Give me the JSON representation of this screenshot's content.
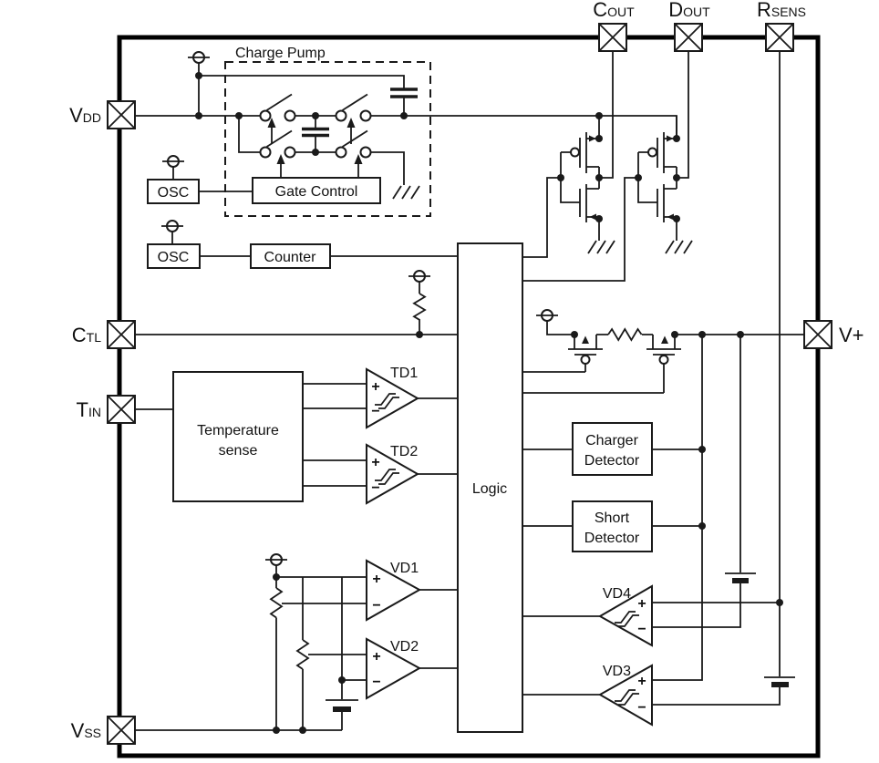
{
  "diagram": {
    "pins": {
      "vdd": {
        "main": "V",
        "sub": "DD"
      },
      "ctl": {
        "main": "C",
        "sub": "TL"
      },
      "tin": {
        "main": "T",
        "sub": "IN"
      },
      "vss": {
        "main": "V",
        "sub": "SS"
      },
      "cout": {
        "main": "C",
        "sub": "OUT"
      },
      "dout": {
        "main": "D",
        "sub": "OUT"
      },
      "rsens": {
        "main": "R",
        "sub": "SENS"
      },
      "vplus": {
        "main": "V+",
        "sub": ""
      }
    },
    "blocks": {
      "charge_pump": "Charge Pump",
      "gate_control": "Gate Control",
      "osc_top": "OSC",
      "osc_bottom": "OSC",
      "counter": "Counter",
      "logic": "Logic",
      "temperature_sense": [
        "Temperature",
        "sense"
      ],
      "charger_detector": [
        "Charger",
        "Detector"
      ],
      "short_detector": [
        "Short",
        "Detector"
      ]
    },
    "comparators": {
      "td1": "TD1",
      "td2": "TD2",
      "vd1": "VD1",
      "vd2": "VD2",
      "vd3": "VD3",
      "vd4": "VD4"
    },
    "signs": {
      "plus": "+",
      "minus": "−"
    },
    "colors": {
      "line": "#1a1a1a",
      "background": "#ffffff"
    }
  }
}
